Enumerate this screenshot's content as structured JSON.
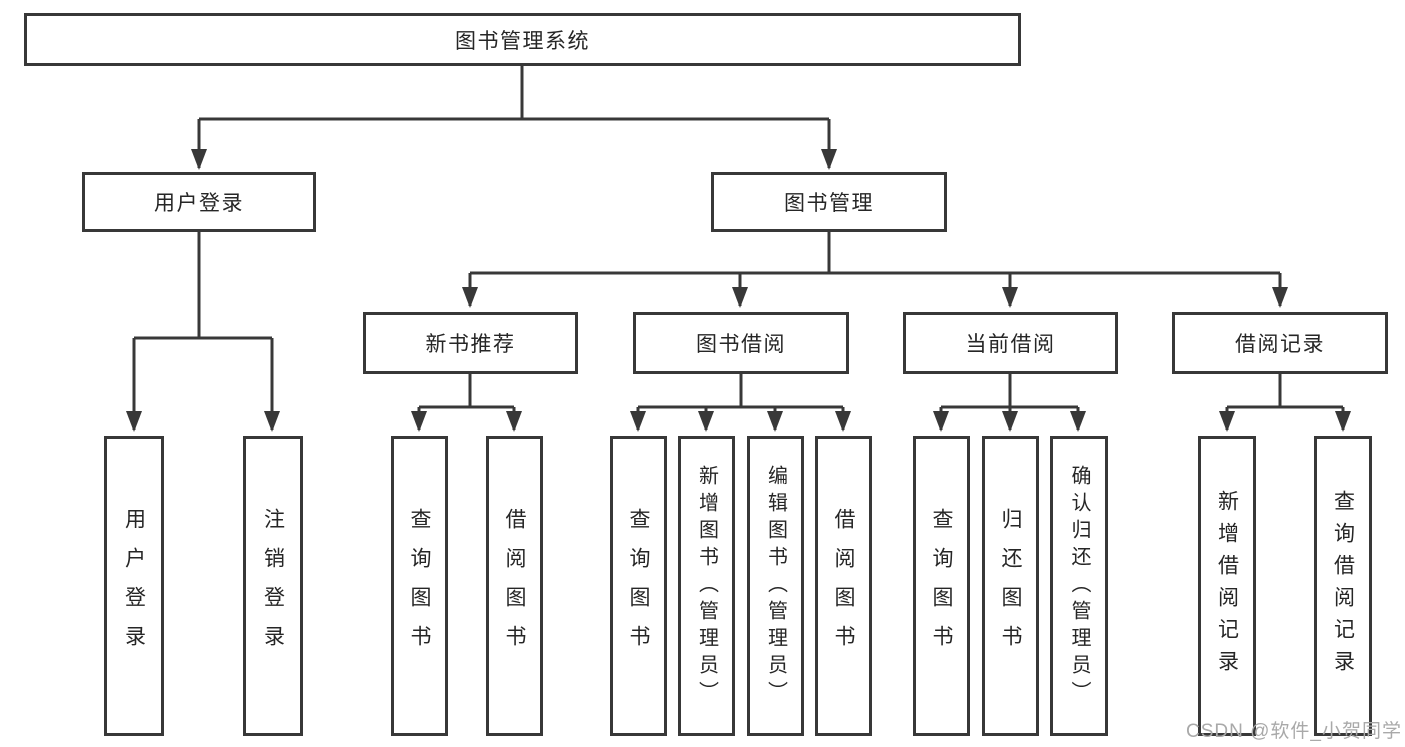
{
  "diagram_type": "hierarchy",
  "watermark": "CSDN @软件_小贺同学",
  "colors": {
    "line": "#383838",
    "box_border": "#383838",
    "box_fill": "#ffffff",
    "text": "#262626",
    "watermark": "#a9a9a9",
    "background": "#ffffff"
  },
  "tree": {
    "label": "图书管理系统",
    "children": [
      {
        "label": "用户登录",
        "children": [
          {
            "label": "用户登录"
          },
          {
            "label": "注销登录"
          }
        ]
      },
      {
        "label": "图书管理",
        "children": [
          {
            "label": "新书推荐",
            "children": [
              {
                "label": "查询图书"
              },
              {
                "label": "借阅图书"
              }
            ]
          },
          {
            "label": "图书借阅",
            "children": [
              {
                "label": "查询图书"
              },
              {
                "label": "新增图书（管理员）"
              },
              {
                "label": "编辑图书（管理员）"
              },
              {
                "label": "借阅图书"
              }
            ]
          },
          {
            "label": "当前借阅",
            "children": [
              {
                "label": "查询图书"
              },
              {
                "label": "归还图书"
              },
              {
                "label": "确认归还（管理员）"
              }
            ]
          },
          {
            "label": "借阅记录",
            "children": [
              {
                "label": "新增借阅记录"
              },
              {
                "label": "查询借阅记录"
              }
            ]
          }
        ]
      }
    ]
  }
}
